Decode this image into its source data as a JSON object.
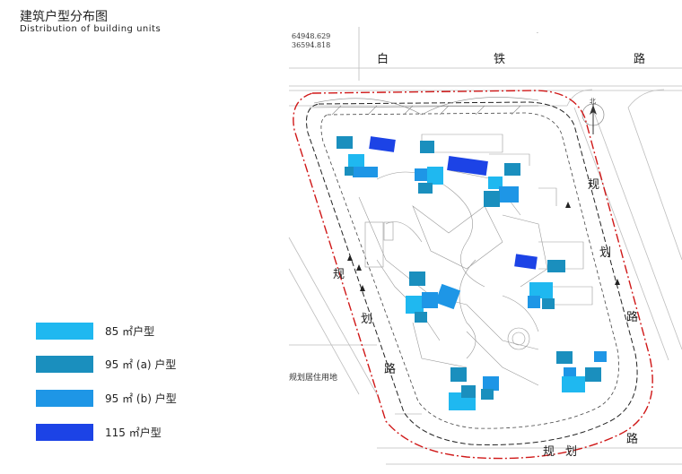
{
  "title": {
    "cn": "建筑户型分布图",
    "en": "Distribution of building units"
  },
  "legend": [
    {
      "label": "85 ㎡户型",
      "color": "#1fb8f0"
    },
    {
      "label": "95 ㎡ (a) 户型",
      "color": "#1a8fbe"
    },
    {
      "label": "95 ㎡ (b) 户型",
      "color": "#1e96e6"
    },
    {
      "label": "115 ㎡户型",
      "color": "#1c43e6"
    }
  ],
  "plan": {
    "coords": [
      "64948.629",
      "36594.818"
    ],
    "roads": {
      "north": [
        "白",
        "铁",
        "路"
      ],
      "east": [
        "规",
        "划",
        "路"
      ],
      "west": [
        "规",
        "划",
        "路"
      ],
      "south": [
        "规",
        "划",
        "路"
      ]
    },
    "north_label": "北",
    "neighbor_label": "规划居住用地"
  }
}
